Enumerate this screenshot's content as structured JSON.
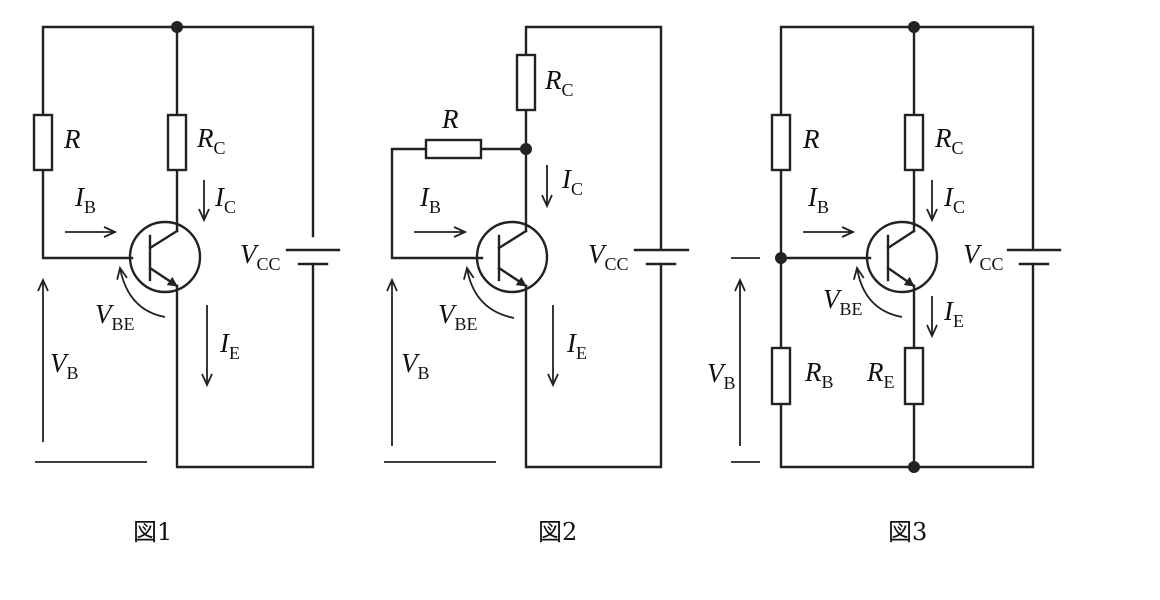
{
  "figures": [
    {
      "caption": "図1",
      "labels": {
        "R": {
          "main": "R",
          "sub": ""
        },
        "RC": {
          "main": "R",
          "sub": "C"
        },
        "IB": {
          "main": "I",
          "sub": "B"
        },
        "IC": {
          "main": "I",
          "sub": "C"
        },
        "VCC": {
          "main": "V",
          "sub": "CC"
        },
        "VBE": {
          "main": "V",
          "sub": "BE"
        },
        "IE": {
          "main": "I",
          "sub": "E"
        },
        "VB": {
          "main": "V",
          "sub": "B"
        }
      }
    },
    {
      "caption": "図2",
      "labels": {
        "R": {
          "main": "R",
          "sub": ""
        },
        "RC": {
          "main": "R",
          "sub": "C"
        },
        "IC": {
          "main": "I",
          "sub": "C"
        },
        "IB": {
          "main": "I",
          "sub": "B"
        },
        "VCC": {
          "main": "V",
          "sub": "CC"
        },
        "VBE": {
          "main": "V",
          "sub": "BE"
        },
        "IE": {
          "main": "I",
          "sub": "E"
        },
        "VB": {
          "main": "V",
          "sub": "B"
        }
      }
    },
    {
      "caption": "図3",
      "labels": {
        "R": {
          "main": "R",
          "sub": ""
        },
        "RC": {
          "main": "R",
          "sub": "C"
        },
        "IB": {
          "main": "I",
          "sub": "B"
        },
        "IC": {
          "main": "I",
          "sub": "C"
        },
        "VCC": {
          "main": "V",
          "sub": "CC"
        },
        "VBE": {
          "main": "V",
          "sub": "BE"
        },
        "IE": {
          "main": "I",
          "sub": "E"
        },
        "VB": {
          "main": "V",
          "sub": "B"
        },
        "RB": {
          "main": "R",
          "sub": "B"
        },
        "RE": {
          "main": "R",
          "sub": "E"
        }
      }
    }
  ]
}
